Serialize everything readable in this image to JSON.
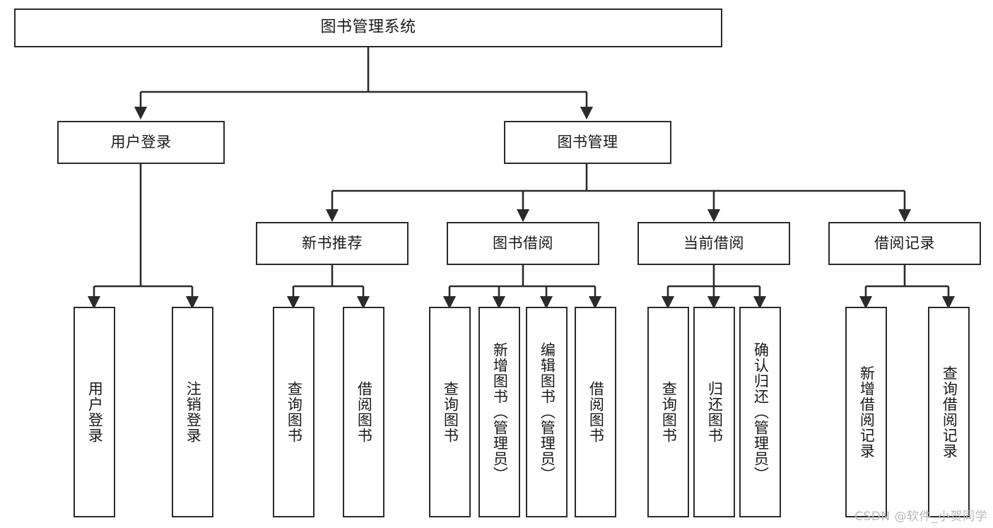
{
  "diagram": {
    "title": "图书管理系统",
    "watermark": "CSDN @软件_小贺同学",
    "line_color": "#2b2b2b",
    "box_fill": "#ffffff",
    "text_color": "#1a1a1a",
    "watermark_color": "#b9b9b9",
    "root": {
      "label": "图书管理系统"
    },
    "level2": [
      {
        "label": "用户登录"
      },
      {
        "label": "图书管理"
      }
    ],
    "level3": [
      {
        "label": "新书推荐"
      },
      {
        "label": "图书借阅"
      },
      {
        "label": "当前借阅"
      },
      {
        "label": "借阅记录"
      }
    ],
    "leaves_user_login": [
      {
        "label": "用户登录"
      },
      {
        "label": "注销登录"
      }
    ],
    "leaves_new_book": [
      {
        "label": "查询图书"
      },
      {
        "label": "借阅图书"
      }
    ],
    "leaves_borrow": [
      {
        "label": "查询图书"
      },
      {
        "label": "新增图书（管理员）"
      },
      {
        "label": "编辑图书（管理员）"
      },
      {
        "label": "借阅图书"
      }
    ],
    "leaves_current": [
      {
        "label": "查询图书"
      },
      {
        "label": "归还图书"
      },
      {
        "label": "确认归还（管理员）"
      }
    ],
    "leaves_records": [
      {
        "label": "新增借阅记录"
      },
      {
        "label": "查询借阅记录"
      }
    ]
  }
}
